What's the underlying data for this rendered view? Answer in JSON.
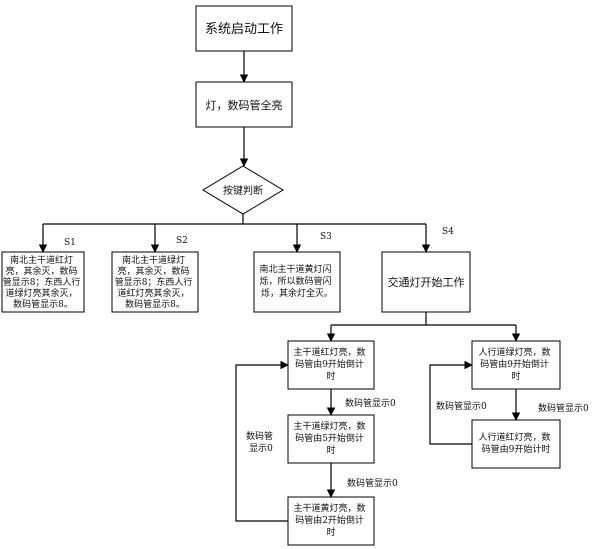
{
  "nodes": {
    "start": "系统启动工作",
    "init": "灯，数码管全亮",
    "decision": "按键判断",
    "s1_box": [
      "南北主干道红灯",
      "亮，其余灭，数码",
      "管显示8；东西人行",
      "道绿灯亮其余灭，",
      "数码管显示8。"
    ],
    "s2_box": [
      "南北主干道绿灯",
      "亮，其余灭，数码",
      "管显示8；东西人行",
      "道红灯亮其余灭，",
      "数码管显示8。"
    ],
    "s3_box": [
      "南北主干道黄灯闪",
      "烁，所以数码管闪",
      "烁，其余灯全灭。"
    ],
    "s4_box": "交通灯开始工作",
    "main_red": [
      "主干道红灯亮，数",
      "码管由9开始倒计",
      "时"
    ],
    "main_green": [
      "主干道绿灯亮，数",
      "码管由5开始倒计",
      "时"
    ],
    "main_yellow": [
      "主干道黄灯亮，数",
      "码管由2开始倒计",
      "时"
    ],
    "ped_green": [
      "人行道绿灯亮，数",
      "码管由9开始倒计",
      "时"
    ],
    "ped_red": [
      "人行道红灯亮，数",
      "码管由9开始计时"
    ]
  },
  "branch_labels": {
    "s1": "S1",
    "s2": "S2",
    "s3": "S3",
    "s4": "S4"
  },
  "edge_labels": {
    "red_to_green": "数码管显示0",
    "green_to_yellow": "数码管显示0",
    "yellow_loop": [
      "数码管",
      "显示0"
    ],
    "ped_green_to_red": "数码管显示0",
    "ped_loop": "数码管显示0"
  }
}
